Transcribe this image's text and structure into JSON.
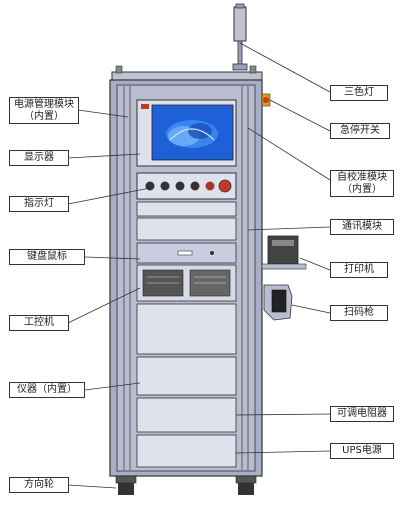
{
  "labels": {
    "power_module": "电源管理模块（内置）",
    "display": "显示器",
    "indicator": "指示灯",
    "keyboard_mouse": "键盘鼠标",
    "ipc": "工控机",
    "instrument": "仪器（内置）",
    "caster": "方向轮",
    "tri_light": "三色灯",
    "estop": "急停开关",
    "calib_module": "自校准模块（内置）",
    "comm_module": "通讯模块",
    "printer": "打印机",
    "scanner": "扫码枪",
    "resistor": "可调电阻器",
    "ups": "UPS电源"
  },
  "colors": {
    "cabinet_frame": "#a9aec6",
    "cabinet_panel": "#dfe2ec",
    "outline": "#333333",
    "screen_blue": "#1f5fd8",
    "estop_red": "#c0392b"
  },
  "icons": [
    "windows-logo-icon",
    "emergency-stop-icon",
    "indicator-light-icon"
  ]
}
